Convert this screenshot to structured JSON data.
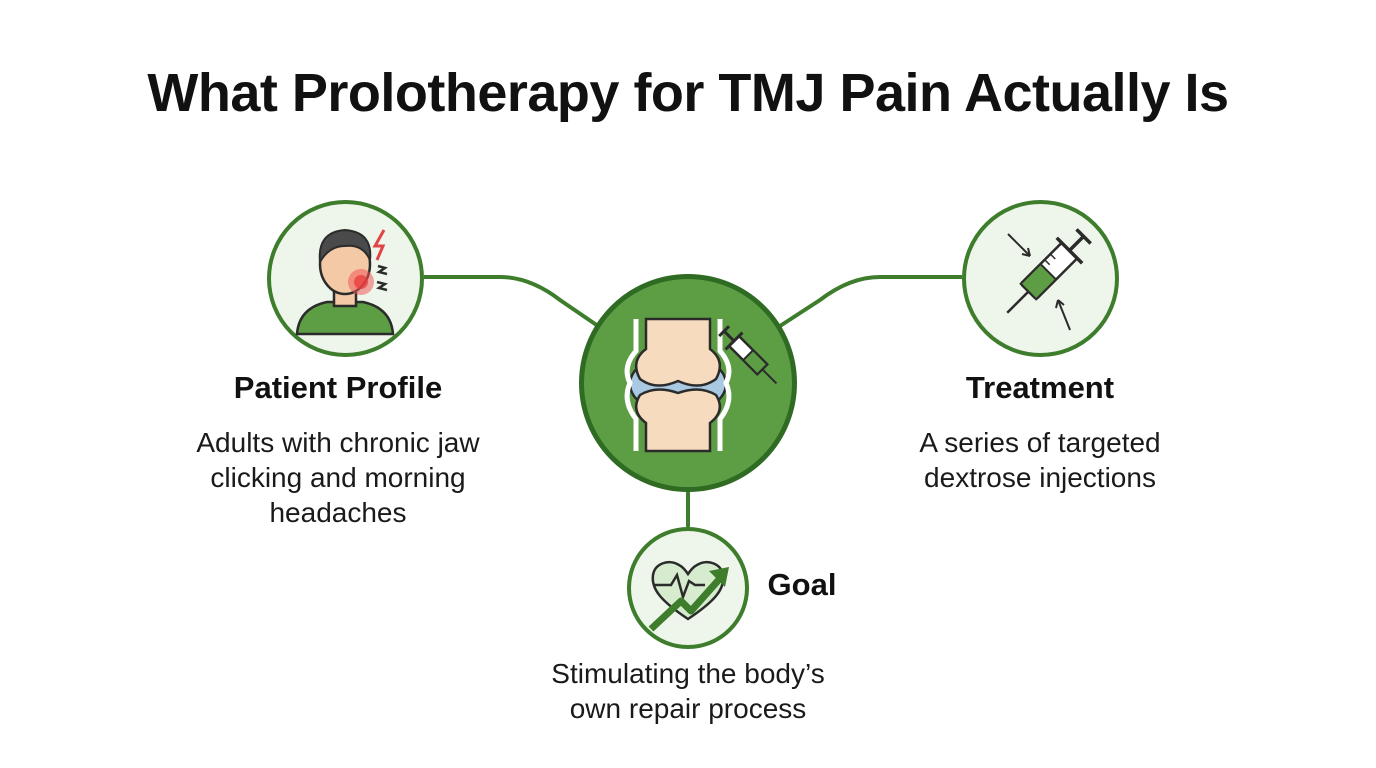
{
  "title": "What Prolotherapy for TMJ Pain Actually Is",
  "colors": {
    "primary_green": "#5d9e45",
    "dark_green": "#2f6b22",
    "light_green_bg": "#eef5ea",
    "connector": "#3d7d2c"
  },
  "center": {
    "icon": "knee-joint-injection-icon"
  },
  "nodes": {
    "patient": {
      "icon": "patient-jaw-pain-icon",
      "heading": "Patient Profile",
      "description": "Adults with chronic jaw clicking and morning headaches"
    },
    "treatment": {
      "icon": "syringe-icon",
      "heading": "Treatment",
      "description": "A series of targeted dextrose injections"
    },
    "goal": {
      "icon": "heart-rate-growth-icon",
      "heading": "Goal",
      "description": "Stimulating the body’s own repair process"
    }
  }
}
